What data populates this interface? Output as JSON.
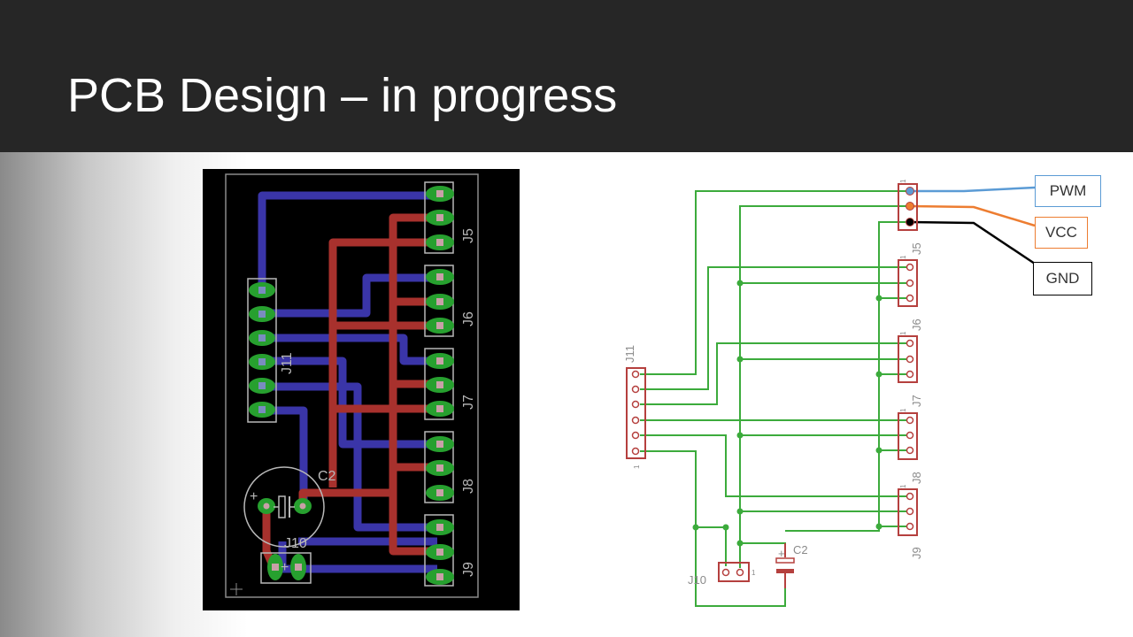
{
  "slide": {
    "title": "PCB Design – in progress"
  },
  "pcb_layout": {
    "connector_labels": [
      "J5",
      "J6",
      "J7",
      "J8",
      "J9",
      "J11",
      "C2",
      "J10"
    ],
    "colors": {
      "background": "#000000",
      "top_trace": "#a8312d",
      "bottom_trace": "#3a35a8",
      "pad": "#27a02f",
      "silkscreen": "#b8b8b8"
    }
  },
  "schematic": {
    "connector_labels": [
      "J5",
      "J6",
      "J7",
      "J8",
      "J9",
      "J11",
      "C2",
      "J10"
    ],
    "pin_one_marker": "1",
    "plus_marker": "+",
    "colors": {
      "net": "#3cab3c",
      "part": "#b5403e",
      "label_text": "#8a8a8a"
    }
  },
  "wire_labels": [
    {
      "name": "PWM",
      "text": "PWM",
      "border_color": "#5b9bd5"
    },
    {
      "name": "VCC",
      "text": "VCC",
      "border_color": "#ed7d31"
    },
    {
      "name": "GND",
      "text": "GND",
      "border_color": "#000000"
    }
  ],
  "wire_colors": {
    "pwm": "#5b9bd5",
    "vcc": "#ed7d31",
    "gnd": "#000000"
  }
}
